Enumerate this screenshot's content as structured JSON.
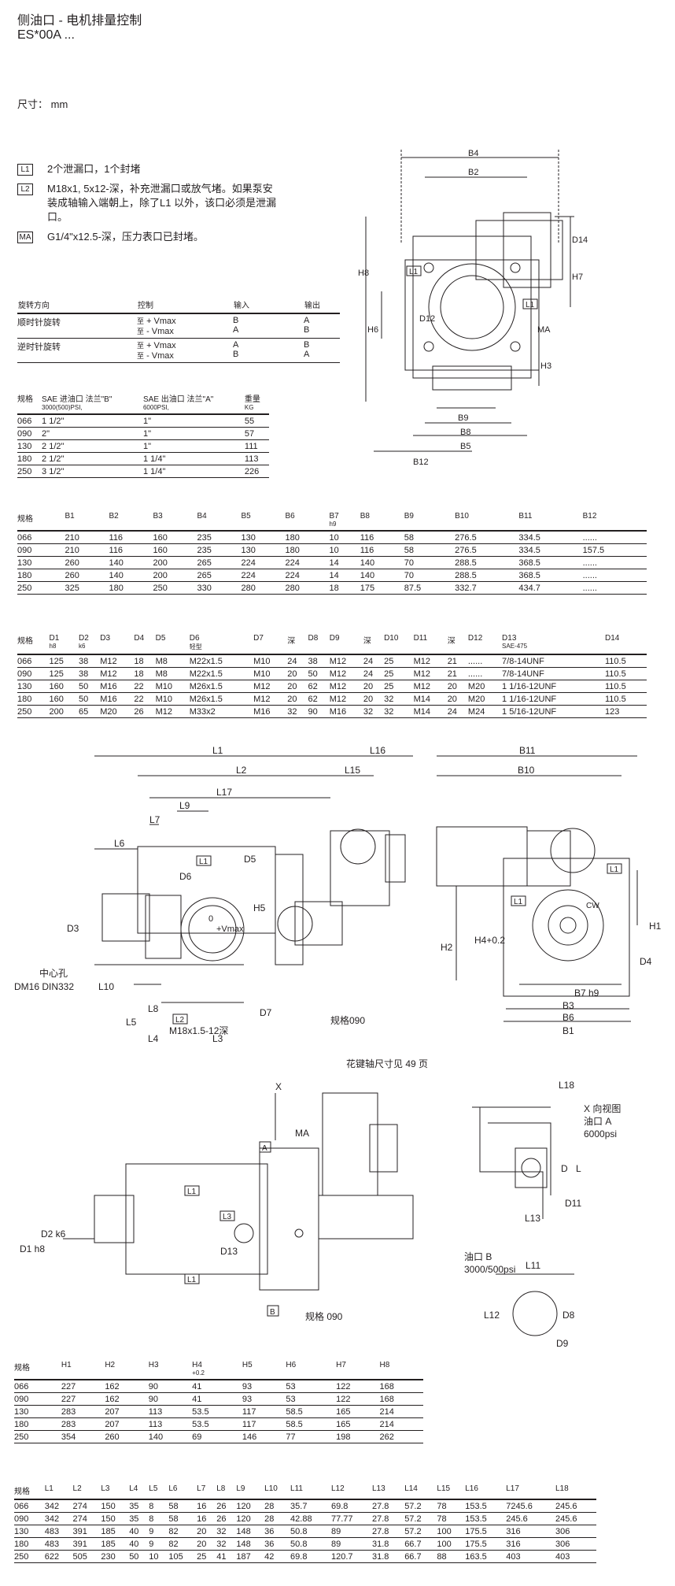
{
  "header": {
    "title": "侧油口 - 电机排量控制",
    "subtitle": "ES*00A ...",
    "units": "尺寸： mm"
  },
  "notes": [
    {
      "tag": "L1",
      "text": "2个泄漏口，1个封堵"
    },
    {
      "tag": "L2",
      "text": "M18x1, 5x12-深，补充泄漏口或放气堵。如果泵安装成轴输入端朝上，除了L1 以外，该口必须是泄漏口。"
    },
    {
      "tag": "MA",
      "text": "G1/4\"x12.5-深，压力表口已封堵。"
    }
  ],
  "rotation_table": {
    "headers": [
      "旋转方向",
      "控制",
      "输入",
      "输出"
    ],
    "groups": [
      {
        "direction": "顺时针旋转",
        "rows": [
          {
            "prefix": "至",
            "control": "+ Vmax",
            "in": "B",
            "out": "A"
          },
          {
            "prefix": "至",
            "control": "- Vmax",
            "in": "A",
            "out": "B"
          }
        ]
      },
      {
        "direction": "逆时针旋转",
        "rows": [
          {
            "prefix": "至",
            "control": "+ Vmax",
            "in": "A",
            "out": "B"
          },
          {
            "prefix": "至",
            "control": "- Vmax",
            "in": "B",
            "out": "A"
          }
        ]
      }
    ]
  },
  "flange_table": {
    "headers": [
      "规格",
      "SAE 进油口 法兰\"B\"",
      "SAE 出油口 法兰\"A\"",
      "重量"
    ],
    "subheaders": [
      "",
      "3000(500)PSI,",
      "6000PSI,",
      "KG"
    ],
    "rows": [
      [
        "066",
        "1 1/2\"",
        "1\"",
        "55"
      ],
      [
        "090",
        "2\"",
        "1\"",
        "57"
      ],
      [
        "130",
        "2 1/2\"",
        "1\"",
        "111"
      ],
      [
        "180",
        "2 1/2\"",
        "1 1/4\"",
        "113"
      ],
      [
        "250",
        "3 1/2\"",
        "1 1/4\"",
        "226"
      ]
    ]
  },
  "b_table": {
    "headers": [
      "规格",
      "B1",
      "B2",
      "B3",
      "B4",
      "B5",
      "B6",
      "B7",
      "B8",
      "B9",
      "B10",
      "B11",
      "B12"
    ],
    "subheaders": [
      "",
      "",
      "",
      "",
      "",
      "",
      "",
      "h9",
      "",
      "",
      "",
      "",
      ""
    ],
    "rows": [
      [
        "066",
        "210",
        "116",
        "160",
        "235",
        "130",
        "180",
        "10",
        "116",
        "58",
        "276.5",
        "334.5",
        "......"
      ],
      [
        "090",
        "210",
        "116",
        "160",
        "235",
        "130",
        "180",
        "10",
        "116",
        "58",
        "276.5",
        "334.5",
        "157.5"
      ],
      [
        "130",
        "260",
        "140",
        "200",
        "265",
        "224",
        "224",
        "14",
        "140",
        "70",
        "288.5",
        "368.5",
        "......"
      ],
      [
        "180",
        "260",
        "140",
        "200",
        "265",
        "224",
        "224",
        "14",
        "140",
        "70",
        "288.5",
        "368.5",
        "......"
      ],
      [
        "250",
        "325",
        "180",
        "250",
        "330",
        "280",
        "280",
        "18",
        "175",
        "87.5",
        "332.7",
        "434.7",
        "......"
      ]
    ]
  },
  "d_table": {
    "headers": [
      "规格",
      "D1",
      "D2",
      "D3",
      "D4",
      "D5",
      "D6",
      "D7",
      "深",
      "D8",
      "D9",
      "深",
      "D10",
      "D11",
      "深",
      "D12",
      "D13",
      "D14"
    ],
    "subheaders": [
      "",
      "h8",
      "k6",
      "",
      "",
      "",
      "轻型",
      "",
      "",
      "",
      "",
      "",
      "",
      "",
      "",
      "",
      "SAE-475",
      ""
    ],
    "rows": [
      [
        "066",
        "125",
        "38",
        "M12",
        "18",
        "M8",
        "M22x1.5",
        "M10",
        "24",
        "38",
        "M12",
        "24",
        "25",
        "M12",
        "21",
        "......",
        "7/8-14UNF",
        "110.5"
      ],
      [
        "090",
        "125",
        "38",
        "M12",
        "18",
        "M8",
        "M22x1.5",
        "M10",
        "20",
        "50",
        "M12",
        "24",
        "25",
        "M12",
        "21",
        "......",
        "7/8-14UNF",
        "110.5"
      ],
      [
        "130",
        "160",
        "50",
        "M16",
        "22",
        "M10",
        "M26x1.5",
        "M12",
        "20",
        "62",
        "M12",
        "20",
        "25",
        "M12",
        "20",
        "M20",
        "1 1/16-12UNF",
        "110.5"
      ],
      [
        "180",
        "160",
        "50",
        "M16",
        "22",
        "M10",
        "M26x1.5",
        "M12",
        "20",
        "62",
        "M12",
        "20",
        "32",
        "M14",
        "20",
        "M20",
        "1 1/16-12UNF",
        "110.5"
      ],
      [
        "250",
        "200",
        "65",
        "M20",
        "26",
        "M12",
        "M33x2",
        "M16",
        "32",
        "90",
        "M16",
        "32",
        "32",
        "M14",
        "24",
        "M24",
        "1 5/16-12UNF",
        "123"
      ]
    ]
  },
  "h_table": {
    "headers": [
      "规格",
      "H1",
      "H2",
      "H3",
      "H4",
      "H5",
      "H6",
      "H7",
      "H8"
    ],
    "subheaders": [
      "",
      "",
      "",
      "",
      "+0.2",
      "",
      "",
      "",
      ""
    ],
    "rows": [
      [
        "066",
        "227",
        "162",
        "90",
        "41",
        "93",
        "53",
        "122",
        "168"
      ],
      [
        "090",
        "227",
        "162",
        "90",
        "41",
        "93",
        "53",
        "122",
        "168"
      ],
      [
        "130",
        "283",
        "207",
        "113",
        "53.5",
        "117",
        "58.5",
        "165",
        "214"
      ],
      [
        "180",
        "283",
        "207",
        "113",
        "53.5",
        "117",
        "58.5",
        "165",
        "214"
      ],
      [
        "250",
        "354",
        "260",
        "140",
        "69",
        "146",
        "77",
        "198",
        "262"
      ]
    ]
  },
  "l_table": {
    "headers": [
      "规格",
      "L1",
      "L2",
      "L3",
      "L4",
      "L5",
      "L6",
      "L7",
      "L8",
      "L9",
      "L10",
      "L11",
      "L12",
      "L13",
      "L14",
      "L15",
      "L16",
      "L17",
      "L18"
    ],
    "rows": [
      [
        "066",
        "342",
        "274",
        "150",
        "35",
        "8",
        "58",
        "16",
        "26",
        "120",
        "28",
        "35.7",
        "69.8",
        "27.8",
        "57.2",
        "78",
        "153.5",
        "7245.6",
        "245.6"
      ],
      [
        "090",
        "342",
        "274",
        "150",
        "35",
        "8",
        "58",
        "16",
        "26",
        "120",
        "28",
        "42.88",
        "77.77",
        "27.8",
        "57.2",
        "78",
        "153.5",
        "245.6",
        "245.6"
      ],
      [
        "130",
        "483",
        "391",
        "185",
        "40",
        "9",
        "82",
        "20",
        "32",
        "148",
        "36",
        "50.8",
        "89",
        "27.8",
        "57.2",
        "100",
        "175.5",
        "316",
        "306"
      ],
      [
        "180",
        "483",
        "391",
        "185",
        "40",
        "9",
        "82",
        "20",
        "32",
        "148",
        "36",
        "50.8",
        "89",
        "31.8",
        "66.7",
        "100",
        "175.5",
        "316",
        "306"
      ],
      [
        "250",
        "622",
        "505",
        "230",
        "50",
        "10",
        "105",
        "25",
        "41",
        "187",
        "42",
        "69.8",
        "120.7",
        "31.8",
        "66.7",
        "88",
        "163.5",
        "403",
        "403"
      ]
    ]
  },
  "drawing1": {
    "labels": [
      "B4",
      "B2",
      "D14",
      "H7",
      "H8",
      "L1",
      "L1",
      "D12",
      "MA",
      "H6",
      "H3",
      "B9",
      "B8",
      "B5",
      "B12"
    ]
  },
  "drawing2": {
    "labels": [
      "L1",
      "L16",
      "L2",
      "L15",
      "L17",
      "L9",
      "L7",
      "L6",
      "L1",
      "D5",
      "D6",
      "H5",
      "0",
      "+Vmax",
      "D3",
      "中心孔",
      "DM16 DIN332",
      "L10",
      "L8",
      "L5",
      "L2",
      "L4",
      "L3",
      "M18x1.5-12深",
      "D7",
      "规格090",
      "B11",
      "B10",
      "L1",
      "L1",
      "CW",
      "H1",
      "H2",
      "H4+0.2",
      "D4",
      "B7 h9",
      "B3",
      "B6",
      "B1"
    ],
    "caption": "花键轴尺寸见 49 页"
  },
  "drawing3": {
    "labels": [
      "X",
      "A",
      "MA",
      "L1",
      "L3",
      "D2 k6",
      "D1 h8",
      "D13",
      "L1",
      "B",
      "规格 090",
      "L18",
      "X 向视图",
      "油口 A",
      "6000psi",
      "D",
      "L",
      "D11",
      "L13",
      "油口 B",
      "3000/500psi",
      "L11",
      "L12",
      "D8",
      "D9"
    ]
  }
}
